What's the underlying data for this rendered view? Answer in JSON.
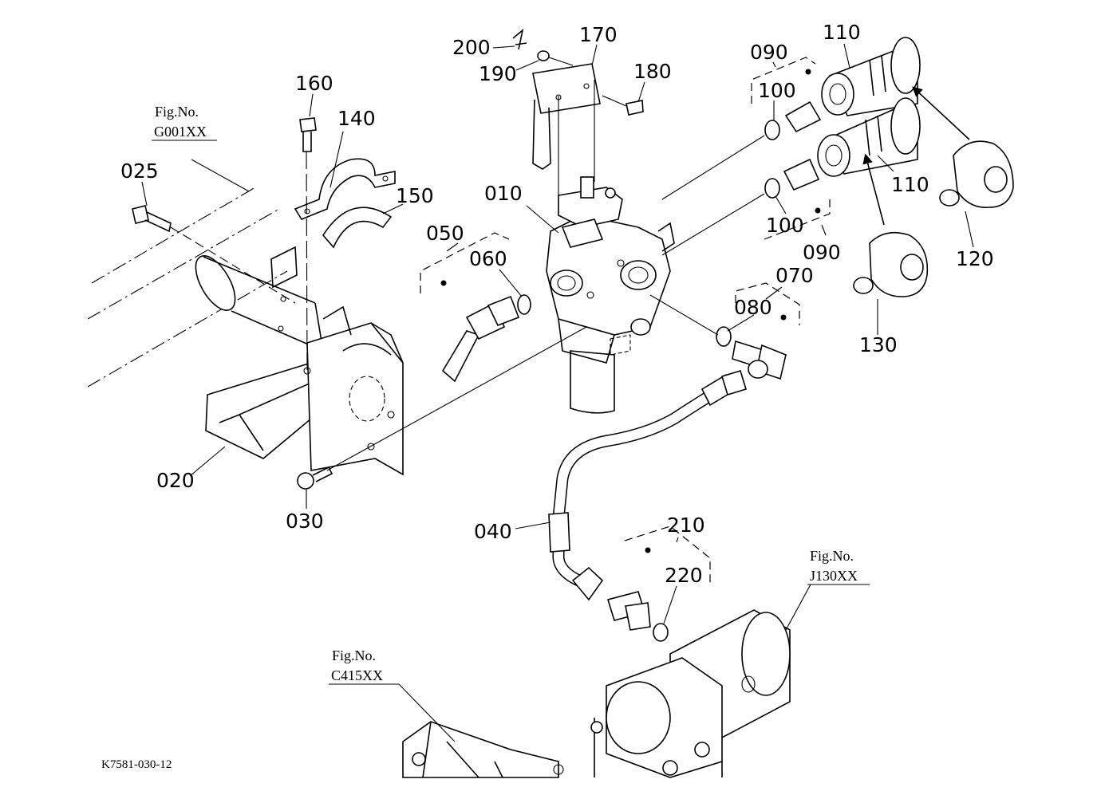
{
  "drawing_ref": "K7581-030-12",
  "fig_refs": [
    {
      "id": "g001",
      "label": "Fig.No.",
      "code": "G001XX"
    },
    {
      "id": "j130",
      "label": "Fig.No.",
      "code": "J130XX"
    },
    {
      "id": "c415",
      "label": "Fig.No.",
      "code": "C415XX"
    }
  ],
  "parts": {
    "p010": "010",
    "p020": "020",
    "p025": "025",
    "p030": "030",
    "p040": "040",
    "p050": "050",
    "p060": "060",
    "p070": "070",
    "p080": "080",
    "p090a": "090",
    "p090b": "090",
    "p100a": "100",
    "p100b": "100",
    "p110a": "110",
    "p110b": "110",
    "p120": "120",
    "p130": "130",
    "p140": "140",
    "p150": "150",
    "p160": "160",
    "p170": "170",
    "p180": "180",
    "p190": "190",
    "p200": "200",
    "p210": "210",
    "p220": "220"
  }
}
